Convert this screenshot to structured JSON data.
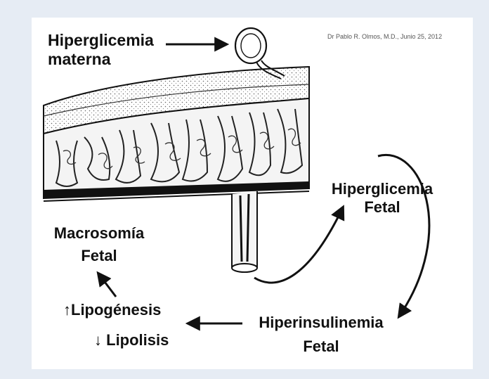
{
  "labels": {
    "maternal_hyperglycemia": [
      "Hiperglicemia",
      "materna"
    ],
    "fetal_hyperglycemia": [
      "Hiperglicemia",
      "Fetal"
    ],
    "fetal_macrosomia": [
      "Macrosomía",
      "Fetal"
    ],
    "lipogenesis": "Lipogénesis",
    "lipolysis": "Lipolisis",
    "up_arrow_glyph": "↑",
    "down_arrow_glyph": "↓",
    "fetal_hyperinsulinemia": [
      "Hiperinsulinemia",
      "Fetal"
    ]
  },
  "credit": "Dr Pablo R. Olmos, M.D., Junio 25, 2012",
  "colors": {
    "ink": "#111111",
    "background": "#e6ecf4",
    "card": "#ffffff"
  }
}
